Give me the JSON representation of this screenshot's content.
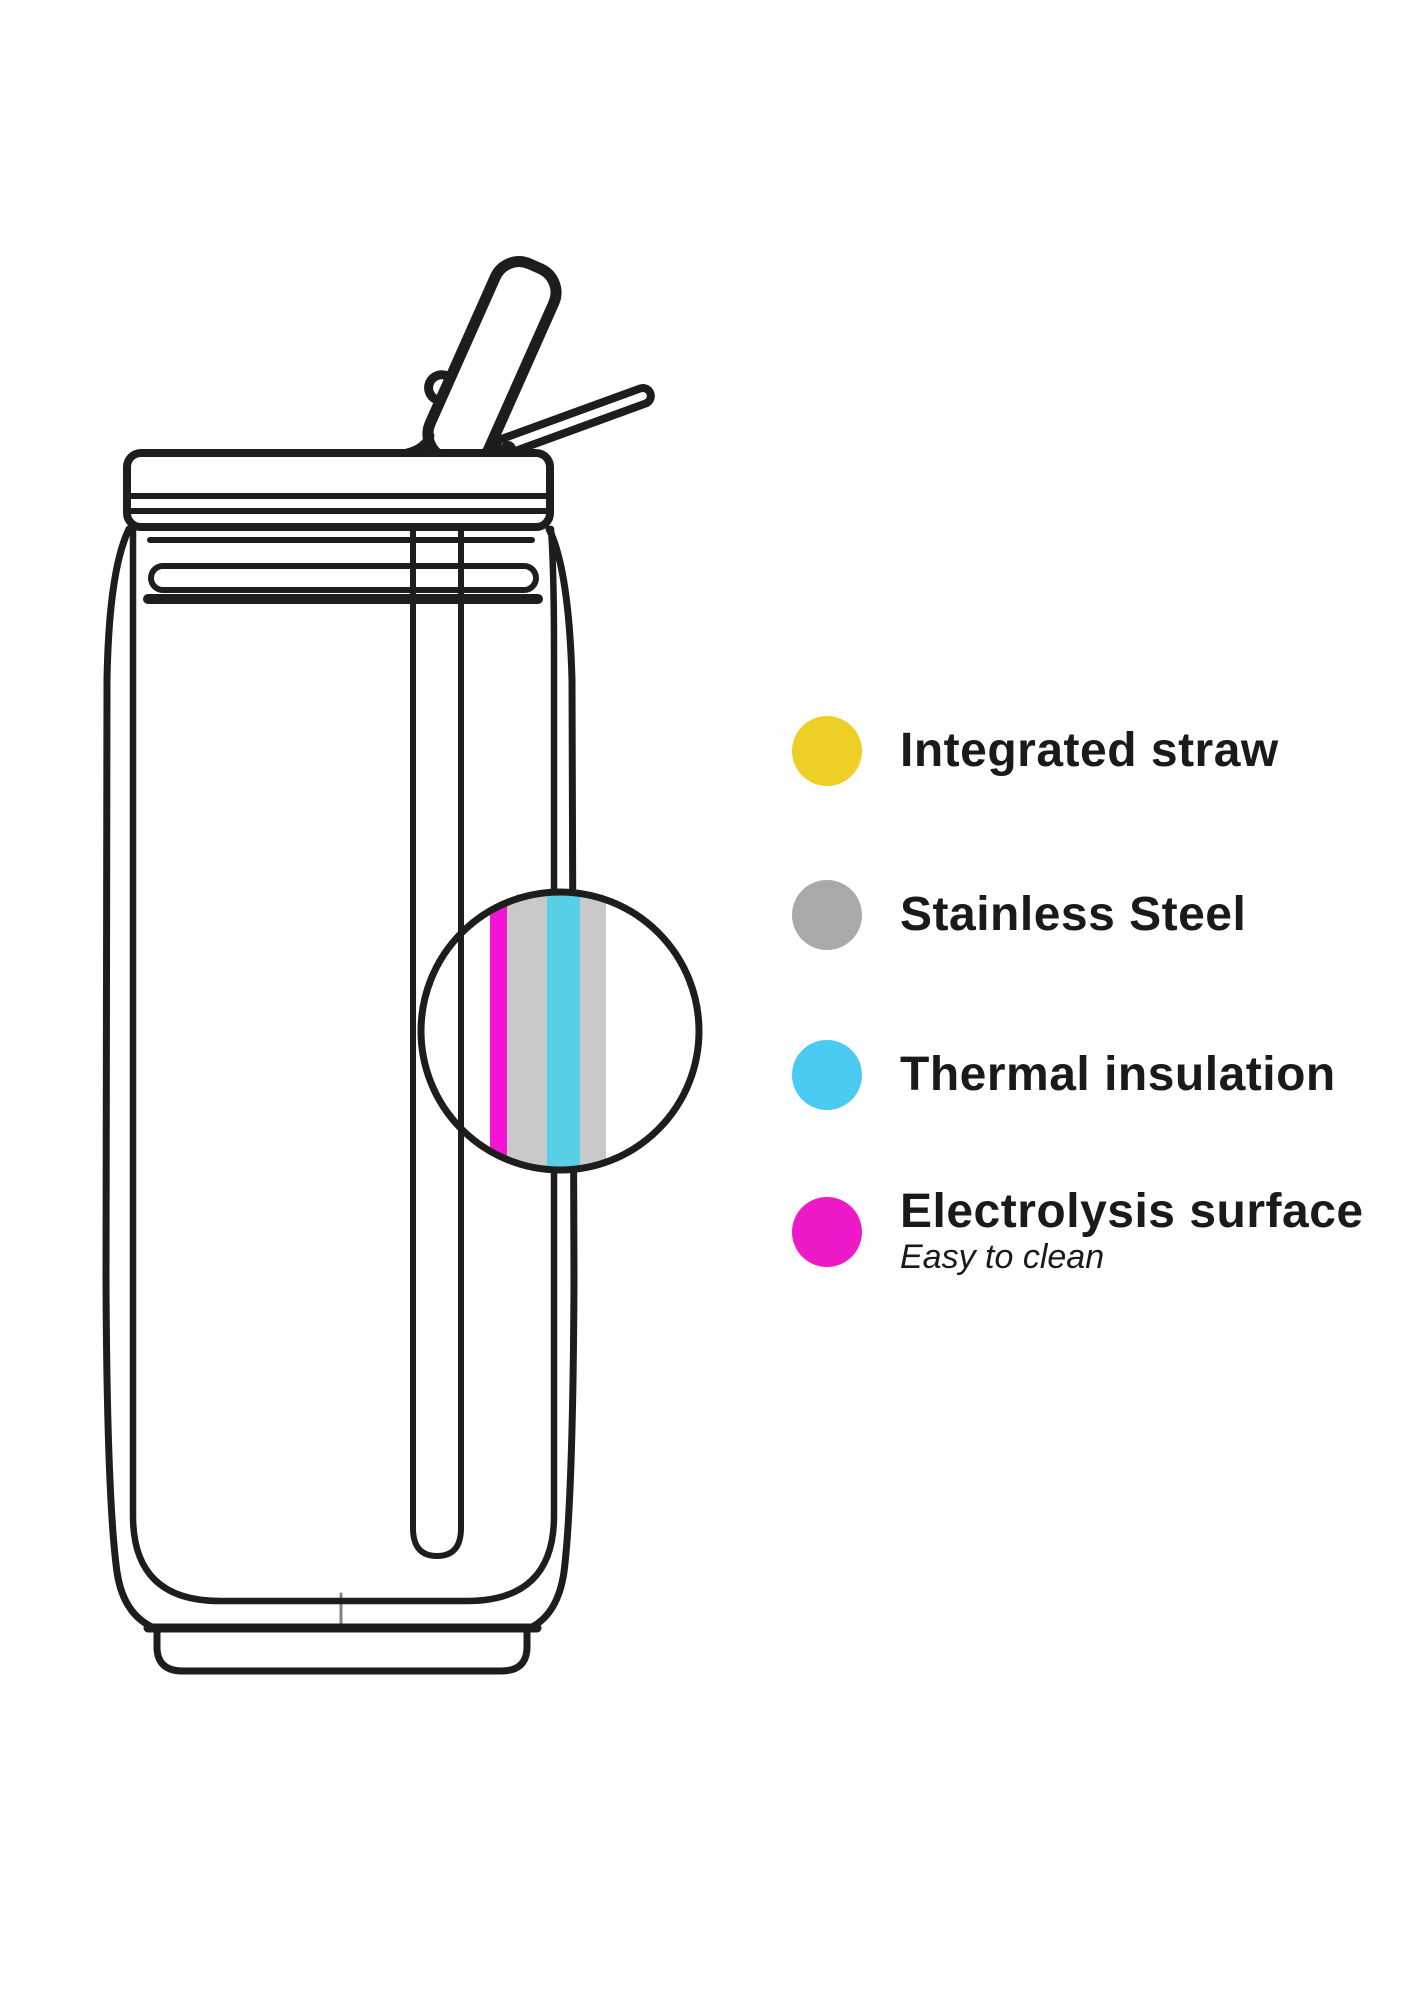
{
  "legend": {
    "items": [
      {
        "label": "Integrated straw",
        "dot_color": "#EDCF26",
        "dot_style": "background:#EDCF26"
      },
      {
        "label": "Stainless Steel",
        "dot_color": "#A9A9A9",
        "dot_style": "background:#A9A9A9"
      },
      {
        "label": "Thermal insulation",
        "dot_color": "#49CBF1",
        "dot_style": "background:#49CBF1"
      },
      {
        "label": "Electrolysis surface",
        "sublabel": "Easy to clean",
        "dot_color": "#EE1AC9",
        "dot_style": "background:#EE1AC9"
      }
    ]
  },
  "diagram": {
    "subject": "insulated can bottle with flip straw, cutaway magnifier of wall layers",
    "colors": {
      "outline": "#1D1D1B",
      "straw": "#FBD900",
      "stripe_electrolysis": "#F513D6",
      "stripe_steel": "#C9C9CB",
      "stripe_insulation": "#58CFE5"
    }
  }
}
